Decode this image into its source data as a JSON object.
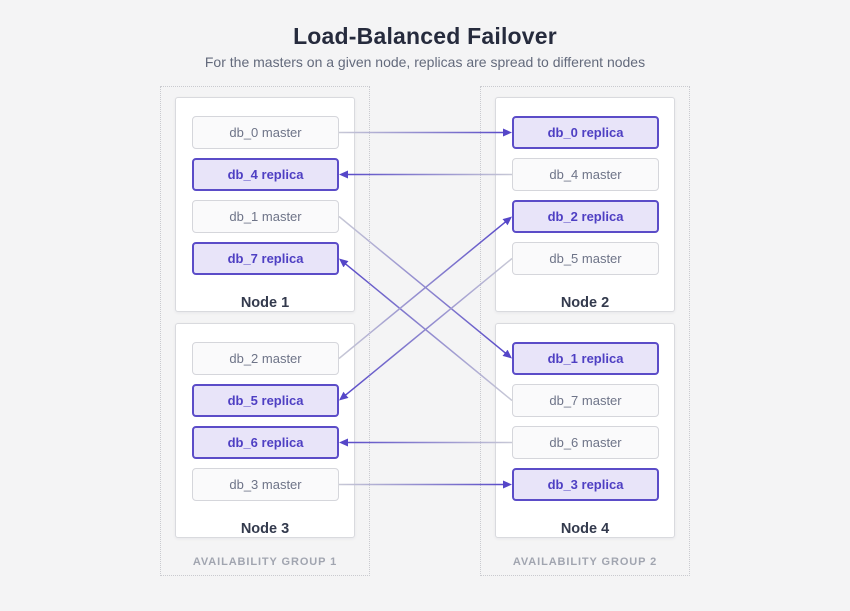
{
  "header": {
    "title": "Load-Balanced Failover",
    "subtitle": "For the masters on a given node, replicas are spread to different nodes"
  },
  "groups": [
    {
      "label": "AVAILABILITY GROUP 1",
      "nodes": [
        {
          "label": "Node 1",
          "items": [
            {
              "id": "db_0-master",
              "label": "db_0 master",
              "type": "master"
            },
            {
              "id": "db_4-replica",
              "label": "db_4 replica",
              "type": "replica"
            },
            {
              "id": "db_1-master",
              "label": "db_1 master",
              "type": "master"
            },
            {
              "id": "db_7-replica",
              "label": "db_7 replica",
              "type": "replica"
            }
          ]
        },
        {
          "label": "Node 3",
          "items": [
            {
              "id": "db_2-master",
              "label": "db_2 master",
              "type": "master"
            },
            {
              "id": "db_5-replica",
              "label": "db_5 replica",
              "type": "replica"
            },
            {
              "id": "db_6-replica",
              "label": "db_6 replica",
              "type": "replica"
            },
            {
              "id": "db_3-master",
              "label": "db_3 master",
              "type": "master"
            }
          ]
        }
      ]
    },
    {
      "label": "AVAILABILITY GROUP 2",
      "nodes": [
        {
          "label": "Node 2",
          "items": [
            {
              "id": "db_0-replica",
              "label": "db_0 replica",
              "type": "replica"
            },
            {
              "id": "db_4-master",
              "label": "db_4 master",
              "type": "master"
            },
            {
              "id": "db_2-replica",
              "label": "db_2 replica",
              "type": "replica"
            },
            {
              "id": "db_5-master",
              "label": "db_5 master",
              "type": "master"
            }
          ]
        },
        {
          "label": "Node 4",
          "items": [
            {
              "id": "db_1-replica",
              "label": "db_1 replica",
              "type": "replica"
            },
            {
              "id": "db_7-master",
              "label": "db_7 master",
              "type": "master"
            },
            {
              "id": "db_6-master",
              "label": "db_6 master",
              "type": "master"
            },
            {
              "id": "db_3-replica",
              "label": "db_3 replica",
              "type": "replica"
            }
          ]
        }
      ]
    }
  ],
  "connections": [
    {
      "from": "db_0-master",
      "to": "db_0-replica"
    },
    {
      "from": "db_4-master",
      "to": "db_4-replica"
    },
    {
      "from": "db_1-master",
      "to": "db_1-replica"
    },
    {
      "from": "db_7-master",
      "to": "db_7-replica"
    },
    {
      "from": "db_2-master",
      "to": "db_2-replica"
    },
    {
      "from": "db_5-master",
      "to": "db_5-replica"
    },
    {
      "from": "db_6-master",
      "to": "db_6-replica"
    },
    {
      "from": "db_3-master",
      "to": "db_3-replica"
    }
  ],
  "colors": {
    "accent_purple": "#5546c8",
    "replica_fill": "#e8e4f9",
    "replica_text": "#4e3fc3",
    "line_gray": "#c8c9d6",
    "master_text": "#6e7488",
    "group_label_gray": "#a1a5b0",
    "background": "#f4f4f5"
  }
}
